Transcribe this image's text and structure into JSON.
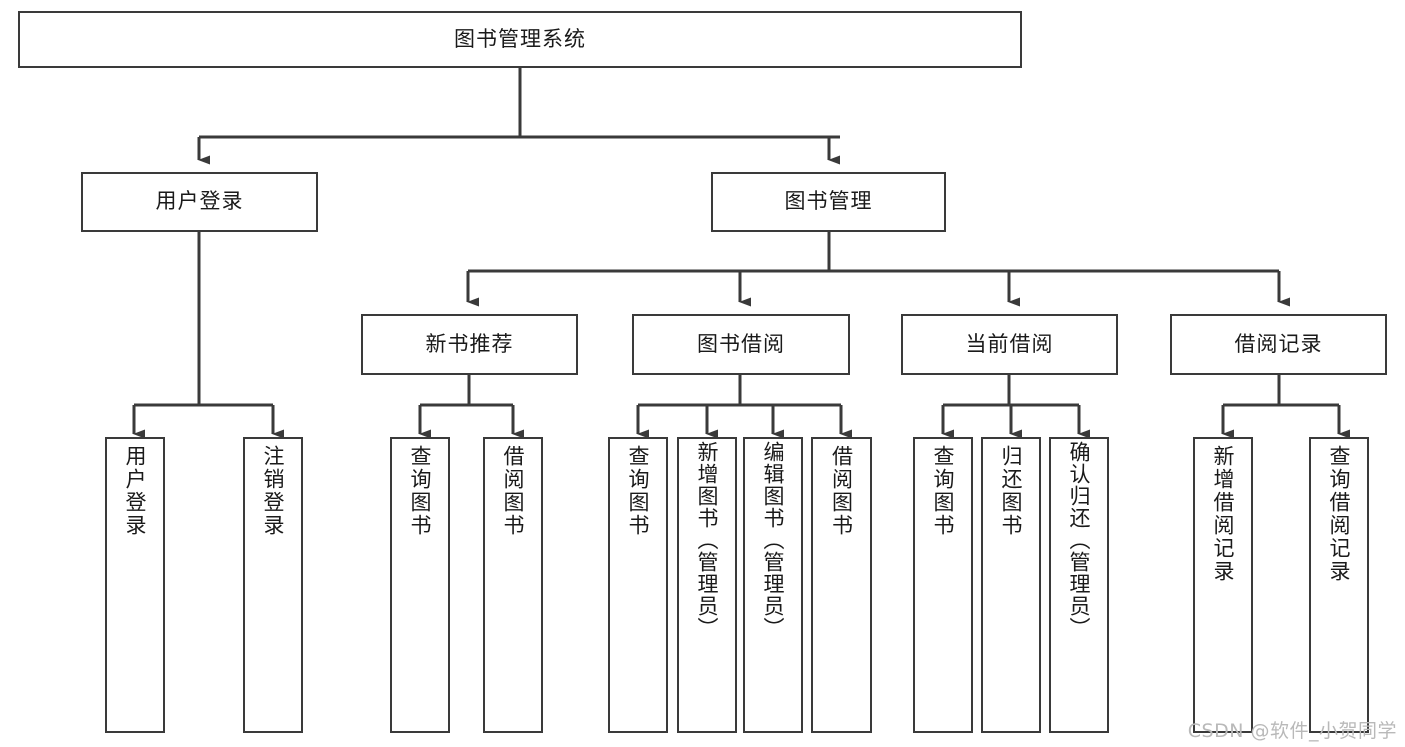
{
  "diagram": {
    "kind": "tree-structure-chart",
    "watermark": "CSDN @软件_小贺同学",
    "line_color": "#3a3a3a",
    "box_fill": "#ffffff",
    "text_color": "#1a1a1a",
    "watermark_color": "#b9b9b9"
  },
  "nodes": {
    "root": {
      "label": "图书管理系统"
    },
    "level2": [
      {
        "label": "用户登录"
      },
      {
        "label": "图书管理"
      }
    ],
    "level3": [
      {
        "label": "新书推荐"
      },
      {
        "label": "图书借阅"
      },
      {
        "label": "当前借阅"
      },
      {
        "label": "借阅记录"
      }
    ],
    "leaves_user_login": [
      {
        "label": "用户登录"
      },
      {
        "label": "注销登录"
      }
    ],
    "leaves_new_books": [
      {
        "label": "查询图书"
      },
      {
        "label": "借阅图书"
      }
    ],
    "leaves_borrow": [
      {
        "label": "查询图书"
      },
      {
        "label": "新增图书（管理员）"
      },
      {
        "label": "编辑图书（管理员）"
      },
      {
        "label": "借阅图书"
      }
    ],
    "leaves_current": [
      {
        "label": "查询图书"
      },
      {
        "label": "归还图书"
      },
      {
        "label": "确认归还（管理员）"
      }
    ],
    "leaves_records": [
      {
        "label": "新增借阅记录"
      },
      {
        "label": "查询借阅记录"
      }
    ]
  }
}
